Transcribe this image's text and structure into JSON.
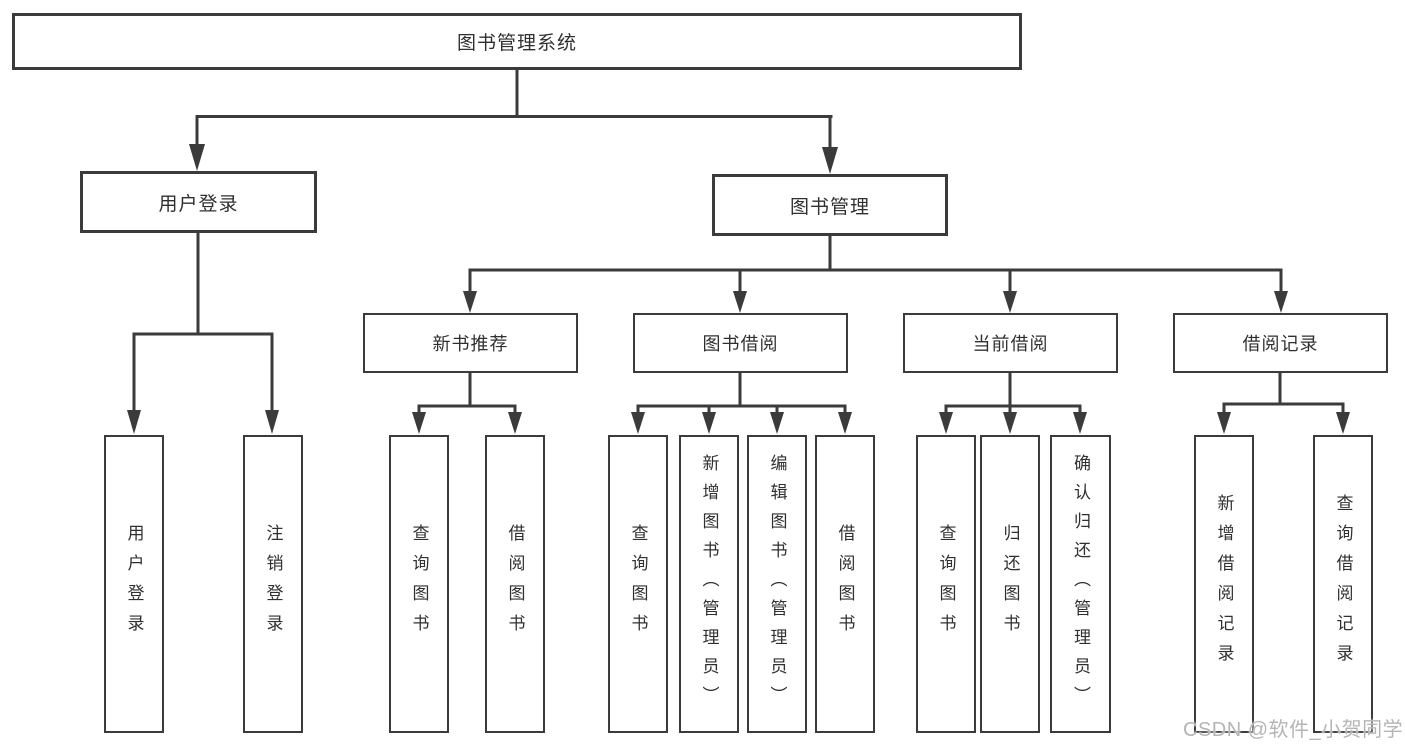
{
  "diagram": {
    "root": {
      "label": "图书管理系统"
    },
    "user_login": {
      "label": "用户登录",
      "children": [
        {
          "label": "用户登录"
        },
        {
          "label": "注销登录"
        }
      ]
    },
    "book_mgmt": {
      "label": "图书管理",
      "children": [
        {
          "label": "新书推荐",
          "children": [
            {
              "label": "查询图书"
            },
            {
              "label": "借阅图书"
            }
          ]
        },
        {
          "label": "图书借阅",
          "children": [
            {
              "label": "查询图书"
            },
            {
              "label": "新增图书（管理员）"
            },
            {
              "label": "编辑图书（管理员）"
            },
            {
              "label": "借阅图书"
            }
          ]
        },
        {
          "label": "当前借阅",
          "children": [
            {
              "label": "查询图书"
            },
            {
              "label": "归还图书"
            },
            {
              "label": "确认归还（管理员）"
            }
          ]
        },
        {
          "label": "借阅记录",
          "children": [
            {
              "label": "新增借阅记录"
            },
            {
              "label": "查询借阅记录"
            }
          ]
        }
      ]
    }
  },
  "watermark": {
    "text": "CSDN @软件_小贺同学"
  },
  "colors": {
    "line": "#3b3b3b",
    "text": "#303030",
    "watermark": "#b5b5b5",
    "background": "#ffffff"
  }
}
